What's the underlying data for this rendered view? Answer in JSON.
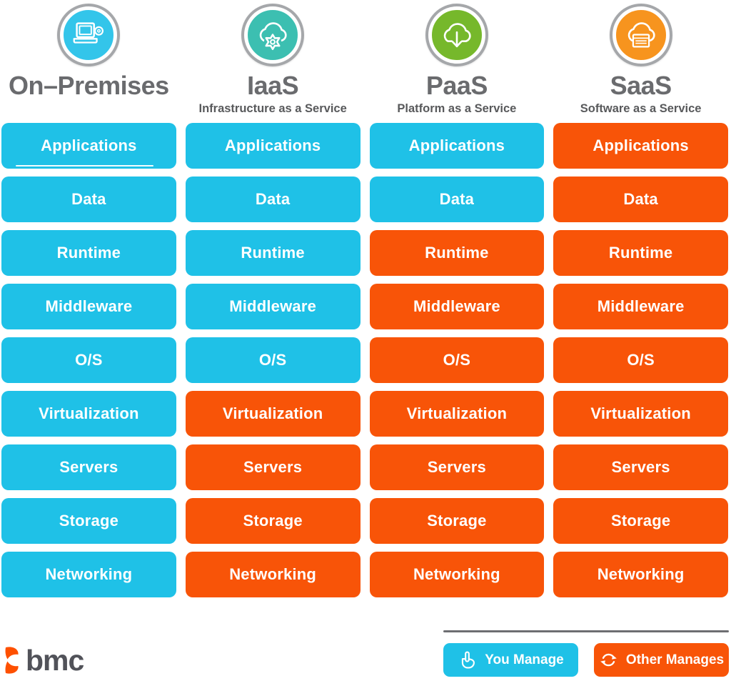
{
  "page": {
    "background": "#ffffff"
  },
  "colors": {
    "you_manage_blue": "#1FC1E7",
    "other_manages_orange": "#F85408",
    "header_gray": "#6A6B6E",
    "subtitle_gray": "#58595B",
    "ring_gray": "#A5A7AA",
    "onprem_circle": "#33C5EA",
    "iaas_circle": "#3CBFB1",
    "paas_circle": "#76B82B",
    "saas_circle": "#F7941E",
    "brand_orange": "#FE5000"
  },
  "columns": [
    {
      "id": "on-premises",
      "title": "On–Premises",
      "subtitle": "",
      "icon": "laptop-icon",
      "rows": [
        {
          "label": "Applications",
          "managed_by": "you"
        },
        {
          "label": "Data",
          "managed_by": "you"
        },
        {
          "label": "Runtime",
          "managed_by": "you"
        },
        {
          "label": "Middleware",
          "managed_by": "you"
        },
        {
          "label": "O/S",
          "managed_by": "you"
        },
        {
          "label": "Virtualization",
          "managed_by": "you"
        },
        {
          "label": "Servers",
          "managed_by": "you"
        },
        {
          "label": "Storage",
          "managed_by": "you"
        },
        {
          "label": "Networking",
          "managed_by": "you"
        }
      ]
    },
    {
      "id": "iaas",
      "title": "IaaS",
      "subtitle": "Infrastructure as a Service",
      "icon": "cloud-gear-icon",
      "rows": [
        {
          "label": "Applications",
          "managed_by": "you"
        },
        {
          "label": "Data",
          "managed_by": "you"
        },
        {
          "label": "Runtime",
          "managed_by": "you"
        },
        {
          "label": "Middleware",
          "managed_by": "you"
        },
        {
          "label": "O/S",
          "managed_by": "you"
        },
        {
          "label": "Virtualization",
          "managed_by": "other"
        },
        {
          "label": "Servers",
          "managed_by": "other"
        },
        {
          "label": "Storage",
          "managed_by": "other"
        },
        {
          "label": "Networking",
          "managed_by": "other"
        }
      ]
    },
    {
      "id": "paas",
      "title": "PaaS",
      "subtitle": "Platform as a Service",
      "icon": "cloud-download-icon",
      "rows": [
        {
          "label": "Applications",
          "managed_by": "you"
        },
        {
          "label": "Data",
          "managed_by": "you"
        },
        {
          "label": "Runtime",
          "managed_by": "other"
        },
        {
          "label": "Middleware",
          "managed_by": "other"
        },
        {
          "label": "O/S",
          "managed_by": "other"
        },
        {
          "label": "Virtualization",
          "managed_by": "other"
        },
        {
          "label": "Servers",
          "managed_by": "other"
        },
        {
          "label": "Storage",
          "managed_by": "other"
        },
        {
          "label": "Networking",
          "managed_by": "other"
        }
      ]
    },
    {
      "id": "saas",
      "title": "SaaS",
      "subtitle": "Software as a Service",
      "icon": "cloud-app-icon",
      "rows": [
        {
          "label": "Applications",
          "managed_by": "other"
        },
        {
          "label": "Data",
          "managed_by": "other"
        },
        {
          "label": "Runtime",
          "managed_by": "other"
        },
        {
          "label": "Middleware",
          "managed_by": "other"
        },
        {
          "label": "O/S",
          "managed_by": "other"
        },
        {
          "label": "Virtualization",
          "managed_by": "other"
        },
        {
          "label": "Servers",
          "managed_by": "other"
        },
        {
          "label": "Storage",
          "managed_by": "other"
        },
        {
          "label": "Networking",
          "managed_by": "other"
        }
      ]
    }
  ],
  "legend": {
    "you_manage": {
      "label": "You Manage",
      "icon": "hand-pointer-icon",
      "color": "#1FC1E7"
    },
    "other_manages": {
      "label": "Other Manages",
      "icon": "refresh-icon",
      "color": "#F85408"
    }
  },
  "footer": {
    "brand": "bmc"
  }
}
